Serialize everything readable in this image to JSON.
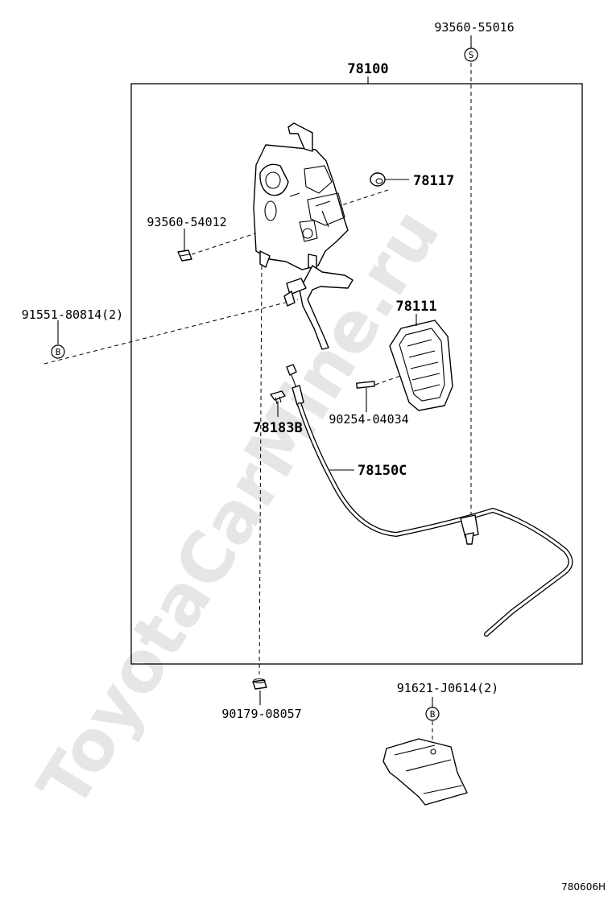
{
  "watermark": "ToyotaCarMine.ru",
  "image_code": "780606H",
  "labels": {
    "assembly": "78100",
    "screw_top": "93560-55016",
    "stopper": "78117",
    "screw_left": "93560-54012",
    "bolt_left": "91551-80814(2)",
    "pedal_pad": "78111",
    "pin": "90254-04034",
    "clip": "78183B",
    "cable": "78150C",
    "nut": "90179-08057",
    "bolt_bracket": "91621-J0614(2)"
  },
  "markers": {
    "s": "S",
    "b_left": "B",
    "b_bracket": "B"
  }
}
